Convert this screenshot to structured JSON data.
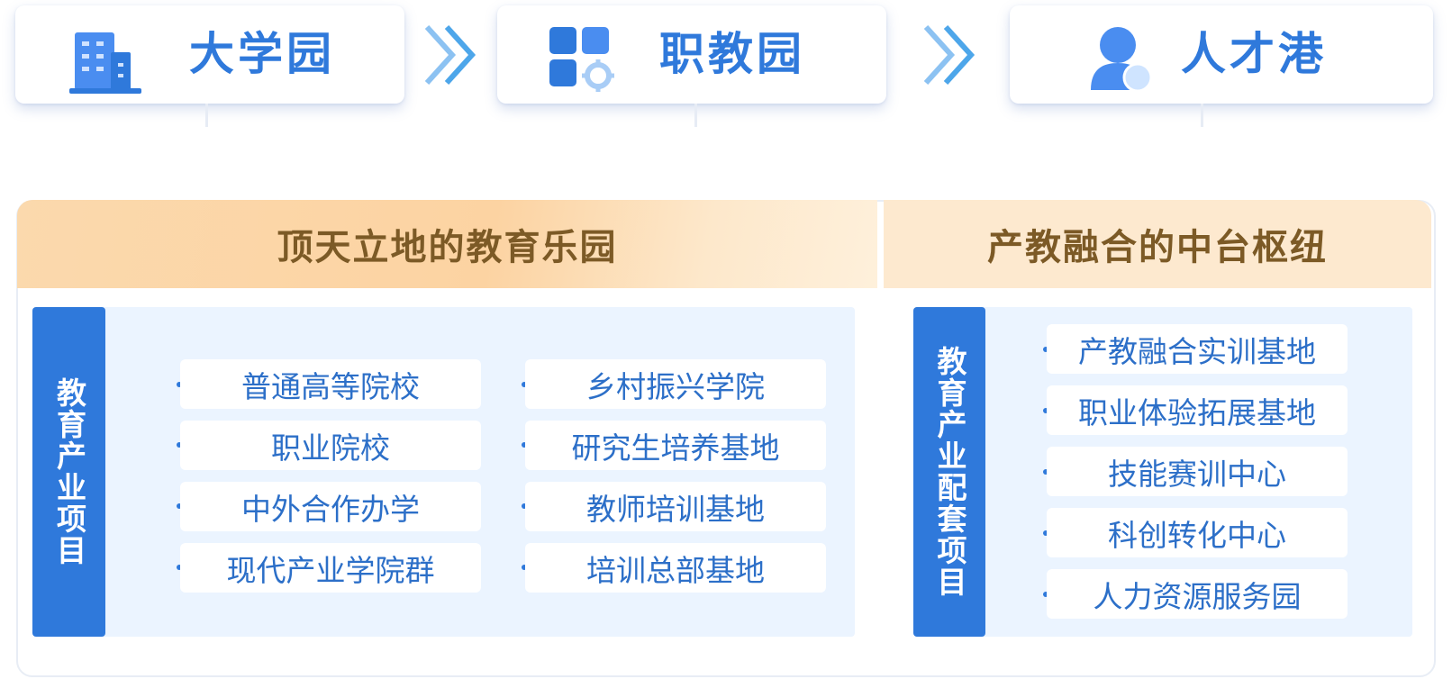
{
  "stages": [
    {
      "title": "大学园",
      "icon": "building-icon"
    },
    {
      "title": "职教园",
      "icon": "apps-gear-icon"
    },
    {
      "title": "人才港",
      "icon": "user-icon"
    }
  ],
  "connector_icon": "double-chevron-right-icon",
  "left_section": {
    "heading": "顶天立地的教育乐园",
    "side_label": "教育产业项目",
    "items_col1": [
      "普通高等院校",
      "职业院校",
      "中外合作办学",
      "现代产业学院群"
    ],
    "items_col2": [
      "乡村振兴学院",
      "研究生培养基地",
      "教师培训基地",
      "培训总部基地"
    ]
  },
  "right_section": {
    "heading": "产教融合的中台枢纽",
    "side_label": "教育产业配套项目",
    "items": [
      "产教融合实训基地",
      "职业体验拓展基地",
      "技能赛训中心",
      "科创转化中心",
      "人力资源服务园"
    ]
  },
  "colors": {
    "accent_blue": "#2f79db",
    "item_text": "#2c6fc8",
    "heading_brown": "#7c5a26",
    "area_bg": "#ebf4ff",
    "band_left": "#fbd9ad",
    "band_right": "#fde9cf"
  }
}
